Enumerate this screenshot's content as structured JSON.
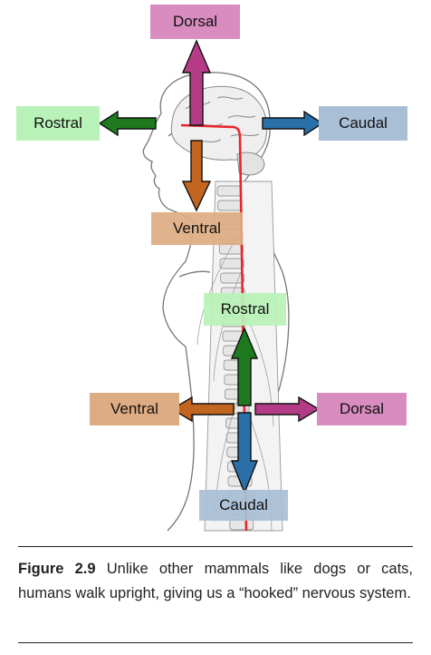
{
  "labels": {
    "head_dorsal": "Dorsal",
    "head_rostral": "Rostral",
    "head_caudal": "Caudal",
    "head_ventral": "Ventral",
    "spine_rostral": "Rostral",
    "spine_ventral": "Ventral",
    "spine_dorsal": "Dorsal",
    "spine_caudal": "Caudal"
  },
  "colors": {
    "dorsal": "#d98cc0",
    "dorsal_arrow": "#b43c86",
    "rostral": "#b9f2b9",
    "rostral_arrow": "#1f7a1f",
    "caudal": "#a9bfd6",
    "caudal_arrow": "#2a6fa8",
    "ventral": "#deac82",
    "ventral_arrow": "#c26520",
    "neural_axis": "#e8262e"
  },
  "caption": {
    "label": "Figure 2.9",
    "text": " Unlike other mammals like dogs or cats, humans walk upright, giving us a “hooked” nervous system."
  }
}
